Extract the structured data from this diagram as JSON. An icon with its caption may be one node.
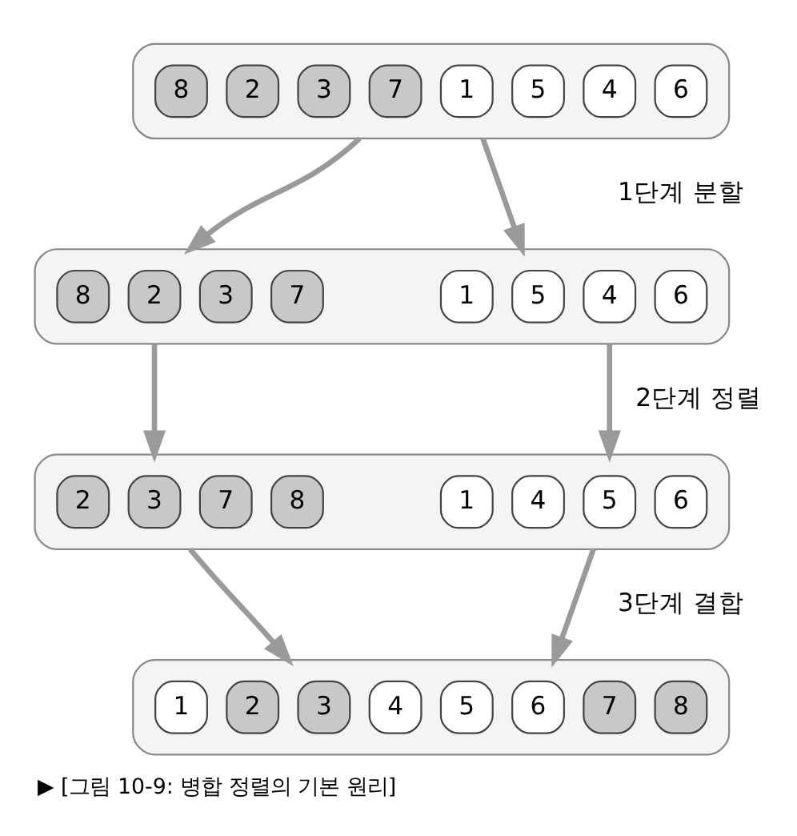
{
  "diagram": {
    "caption": "▶ [그림 10-9: 병합 정렬의 기본 원리]",
    "nodes": [
      {
        "text": [],
        "shape": "box"
      },
      {
        "text": [
          "8"
        ],
        "in": 0
      },
      {
        "text": [
          "2"
        ],
        "in": 0
      },
      {
        "text": [
          "3"
        ],
        "in": 0
      },
      {
        "text": [
          "7"
        ],
        "in": 0
      },
      {
        "text": [
          "1"
        ],
        "in": 0
      },
      {
        "text": [
          "5"
        ],
        "in": 0
      },
      {
        "text": [
          "4"
        ],
        "in": 0
      },
      {
        "text": [
          "6"
        ],
        "in": 0
      },
      {
        "text": [],
        "shape": "box"
      },
      {
        "text": [
          "8"
        ],
        "in": 9
      },
      {
        "text": [
          "2"
        ],
        "in": 9
      },
      {
        "text": [
          "3"
        ],
        "in": 9
      },
      {
        "text": [
          "7"
        ],
        "in": 9
      },
      {
        "text": [
          "1"
        ],
        "in": 9
      },
      {
        "text": [
          "5"
        ],
        "in": 9
      },
      {
        "text": [
          "4"
        ],
        "in": 9
      },
      {
        "text": [
          "6"
        ],
        "in": 9
      },
      {
        "text": [],
        "shape": "box"
      },
      {
        "text": [
          "2"
        ],
        "in": 18
      },
      {
        "text": [
          "3"
        ],
        "in": 18
      },
      {
        "text": [
          "7"
        ],
        "in": 18
      },
      {
        "text": [
          "8"
        ],
        "in": 18
      },
      {
        "text": [
          "1"
        ],
        "in": 18
      },
      {
        "text": [
          "4"
        ],
        "in": 18
      },
      {
        "text": [
          "5"
        ],
        "in": 18
      },
      {
        "text": [
          "6"
        ],
        "in": 18
      },
      {
        "text": [],
        "shape": "box"
      },
      {
        "text": [
          "1"
        ],
        "in": 27
      },
      {
        "text": [
          "2"
        ],
        "in": 27
      },
      {
        "text": [
          "3"
        ],
        "in": 27
      },
      {
        "text": [
          "4"
        ],
        "in": 27
      },
      {
        "text": [
          "5"
        ],
        "in": 27
      },
      {
        "text": [
          "6"
        ],
        "in": 27
      },
      {
        "text": [
          "7"
        ],
        "in": 27
      },
      {
        "text": [
          "8"
        ],
        "in": 27
      }
    ],
    "edges": [
      {
        "from": 0,
        "to": 9,
        "arrow": "to"
      },
      {
        "from": 0,
        "to": 9,
        "arrow": "to"
      },
      {
        "from": 9,
        "to": 18,
        "arrow": "to"
      },
      {
        "from": 9,
        "to": 18,
        "arrow": "to"
      },
      {
        "from": 18,
        "to": 27,
        "arrow": "to"
      },
      {
        "from": 18,
        "to": 27,
        "arrow": "to"
      }
    ],
    "labels": [
      "1단계 분할",
      "2단계 정렬",
      "3단계 결합"
    ]
  }
}
